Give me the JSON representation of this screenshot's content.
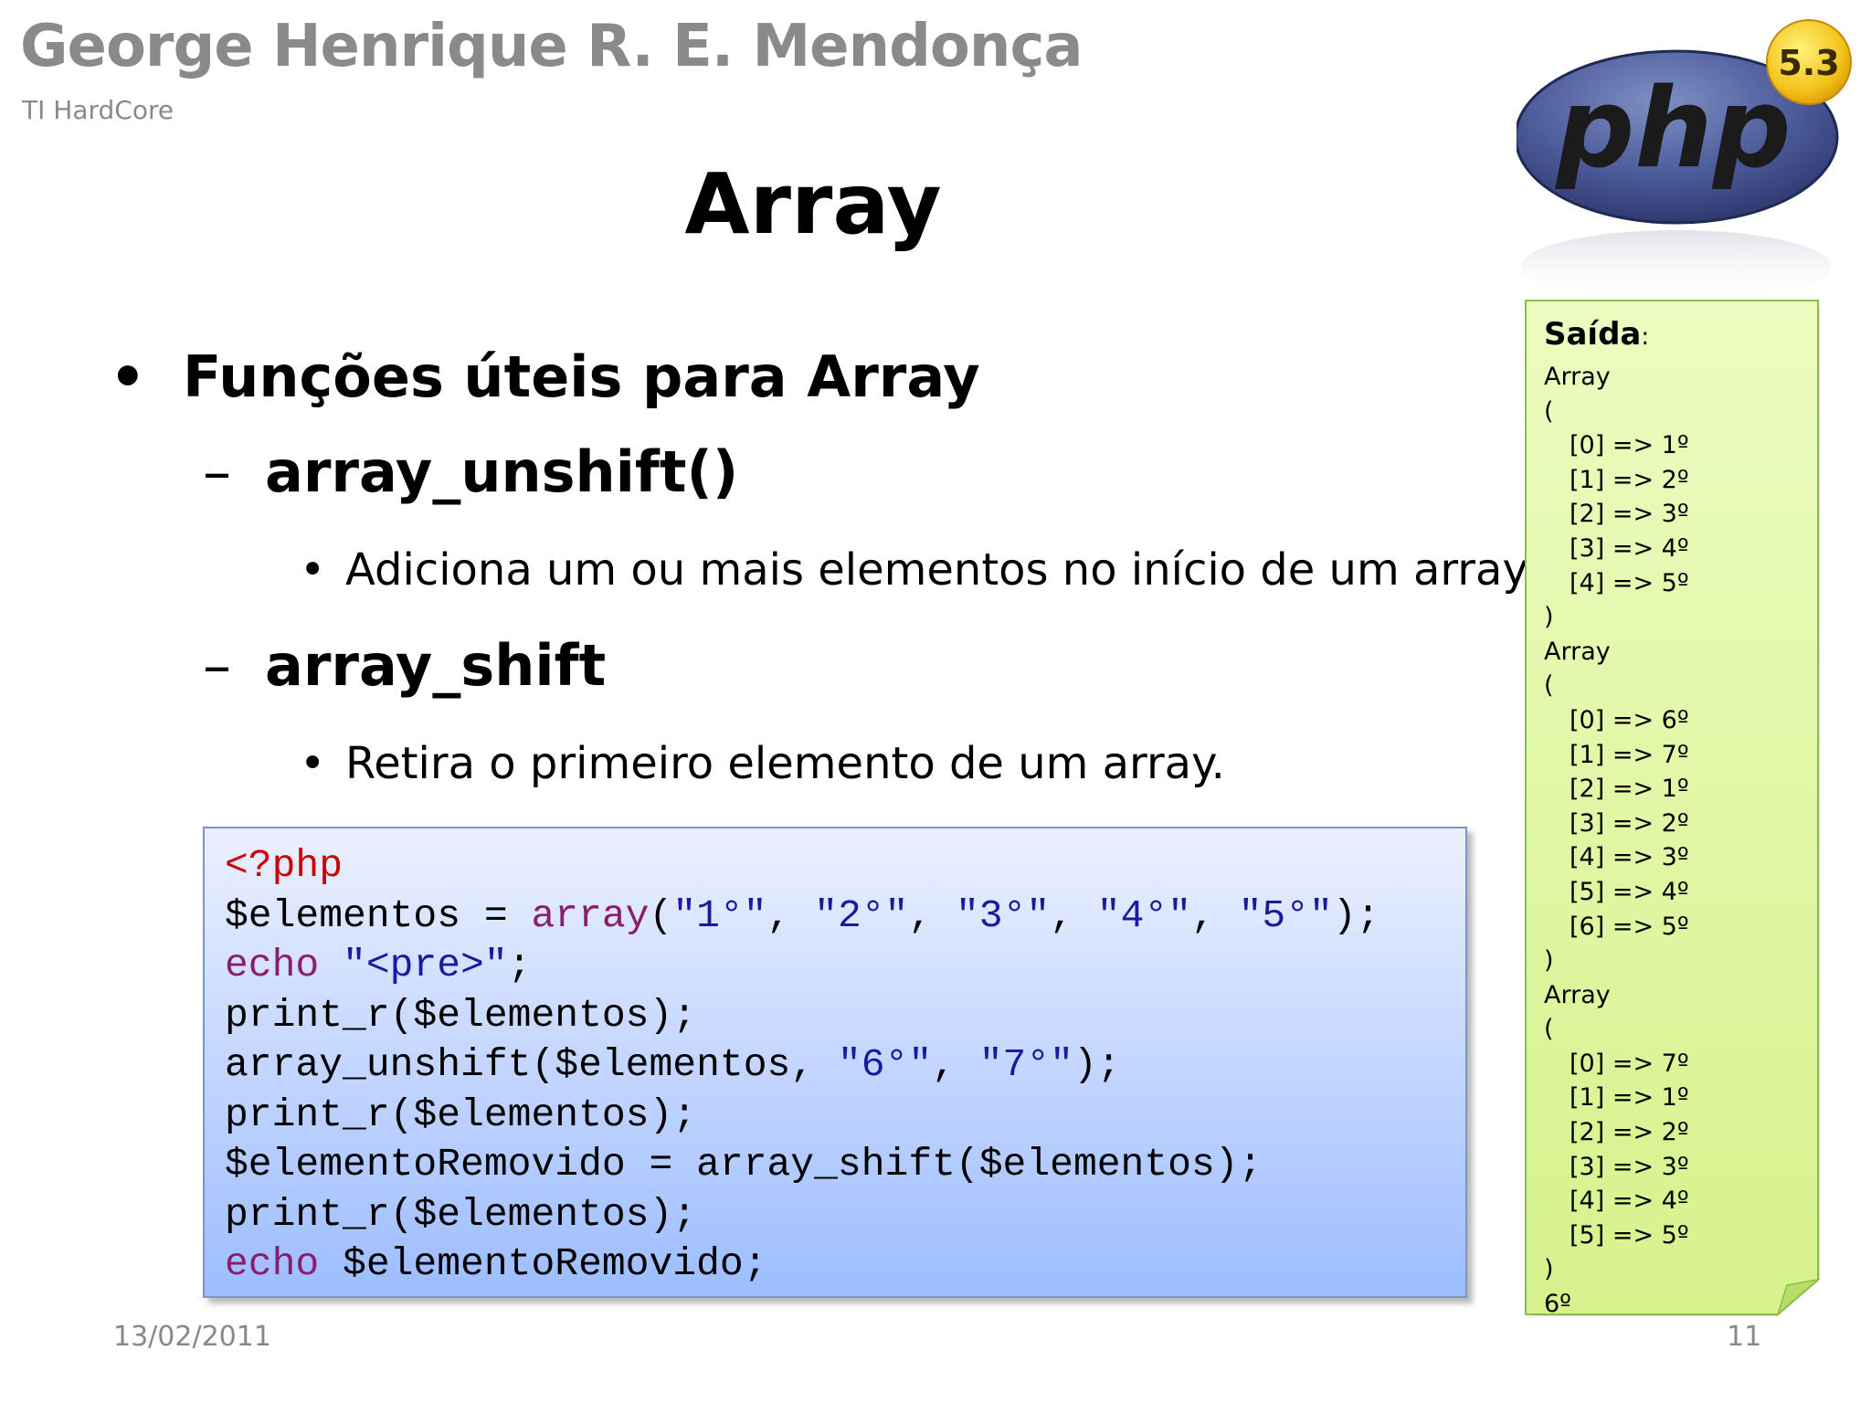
{
  "header": {
    "author": "George Henrique R. E. Mendonça",
    "subtitle": "TI HardCore"
  },
  "slide": {
    "title": "Array"
  },
  "bullets": {
    "main": "Funções úteis para Array",
    "sub1_title": "array_unshift()",
    "sub1_desc": "Adiciona um ou mais elementos no início de um array.",
    "sub2_title": "array_shift",
    "sub2_desc": "Retira o primeiro elemento de um array."
  },
  "code": {
    "line1": "<?php",
    "line2_var": "$elementos = ",
    "line2_fn": "array",
    "line2_open": "(",
    "line2_s1": "\"1°\"",
    "line2_s2": "\"2°\"",
    "line2_s3": "\"3°\"",
    "line2_s4": "\"4°\"",
    "line2_s5": "\"5°\"",
    "line2_close": ");",
    "line3_kw": "echo",
    "line3_str": "\"<pre>\"",
    "line3_end": ";",
    "line4": "print_r($elementos);",
    "line5_a": "array_unshift($elementos, ",
    "line5_s1": "\"6°\"",
    "line5_s2": "\"7°\"",
    "line5_end": ");",
    "line6": "print_r($elementos);",
    "line7": "$elementoRemovido = array_shift($elementos);",
    "line8": "print_r($elementos);",
    "line9_kw": "echo",
    "line9_rest": " $elementoRemovido;"
  },
  "logo": {
    "text": "php",
    "version": "5.3"
  },
  "output": {
    "heading": "Saída",
    "heading_colon": ":",
    "lines": [
      "Array",
      "(",
      "[0] => 1º",
      "[1] => 2º",
      "[2] => 3º",
      "[3] => 4º",
      "[4] => 5º",
      ")",
      "Array",
      "(",
      "[0] => 6º",
      "[1] => 7º",
      "[2] => 1º",
      "[3] => 2º",
      "[4] => 3º",
      "[5] => 4º",
      "[6] => 5º",
      ")",
      "Array",
      "(",
      "[0] => 7º",
      "[1] => 1º",
      "[2] => 2º",
      "[3] => 3º",
      "[4] => 4º",
      "[5] => 5º",
      ")",
      "6º"
    ]
  },
  "footer": {
    "date": "13/02/2011",
    "page": "11"
  },
  "colors": {
    "code_red": "#cc0000",
    "code_keyword": "#8a1e6e",
    "code_string": "#1a1aa0",
    "note_green": "#e2f7a8",
    "php_blue": "#3d4f8c",
    "badge_gold": "#f3c31a"
  }
}
